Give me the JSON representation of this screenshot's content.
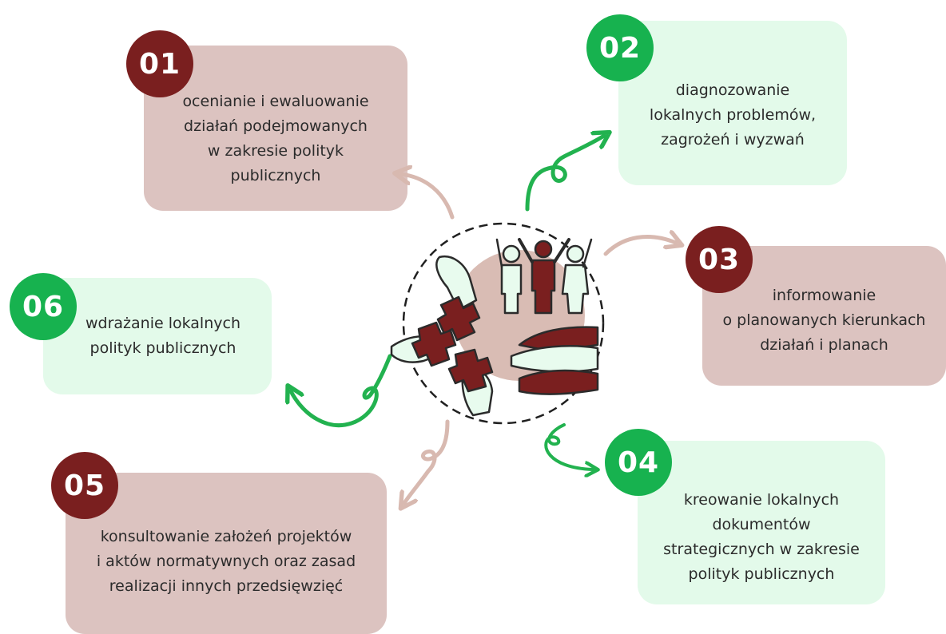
{
  "colors": {
    "maroon": "#7a1f1f",
    "green": "#17b24f",
    "rose_card": "#dcc3c0",
    "mint_card": "#e3faea",
    "rose_arrow": "#d8b9b0",
    "green_arrow": "#22b24f"
  },
  "center": {
    "icon": "teamwork-hands-puzzle-icon"
  },
  "items": [
    {
      "number": "01",
      "text": "ocenianie i ewaluowanie\ndziałań podejmowanych\nw zakresie polityk\npublicznych"
    },
    {
      "number": "02",
      "text": "diagnozowanie\nlokalnych problemów,\nzagrożeń i wyzwań"
    },
    {
      "number": "03",
      "text": "informowanie\no planowanych kierunkach\ndziałań i planach"
    },
    {
      "number": "04",
      "text": "kreowanie lokalnych\ndokumentów\nstrategicznych w zakresie\npolityk publicznych"
    },
    {
      "number": "05",
      "text": "konsultowanie założeń projektów\ni aktów normatywnych oraz zasad\nrealizacji innych przedsięwzięć"
    },
    {
      "number": "06",
      "text": "wdrażanie lokalnych\npolityk publicznych"
    }
  ]
}
